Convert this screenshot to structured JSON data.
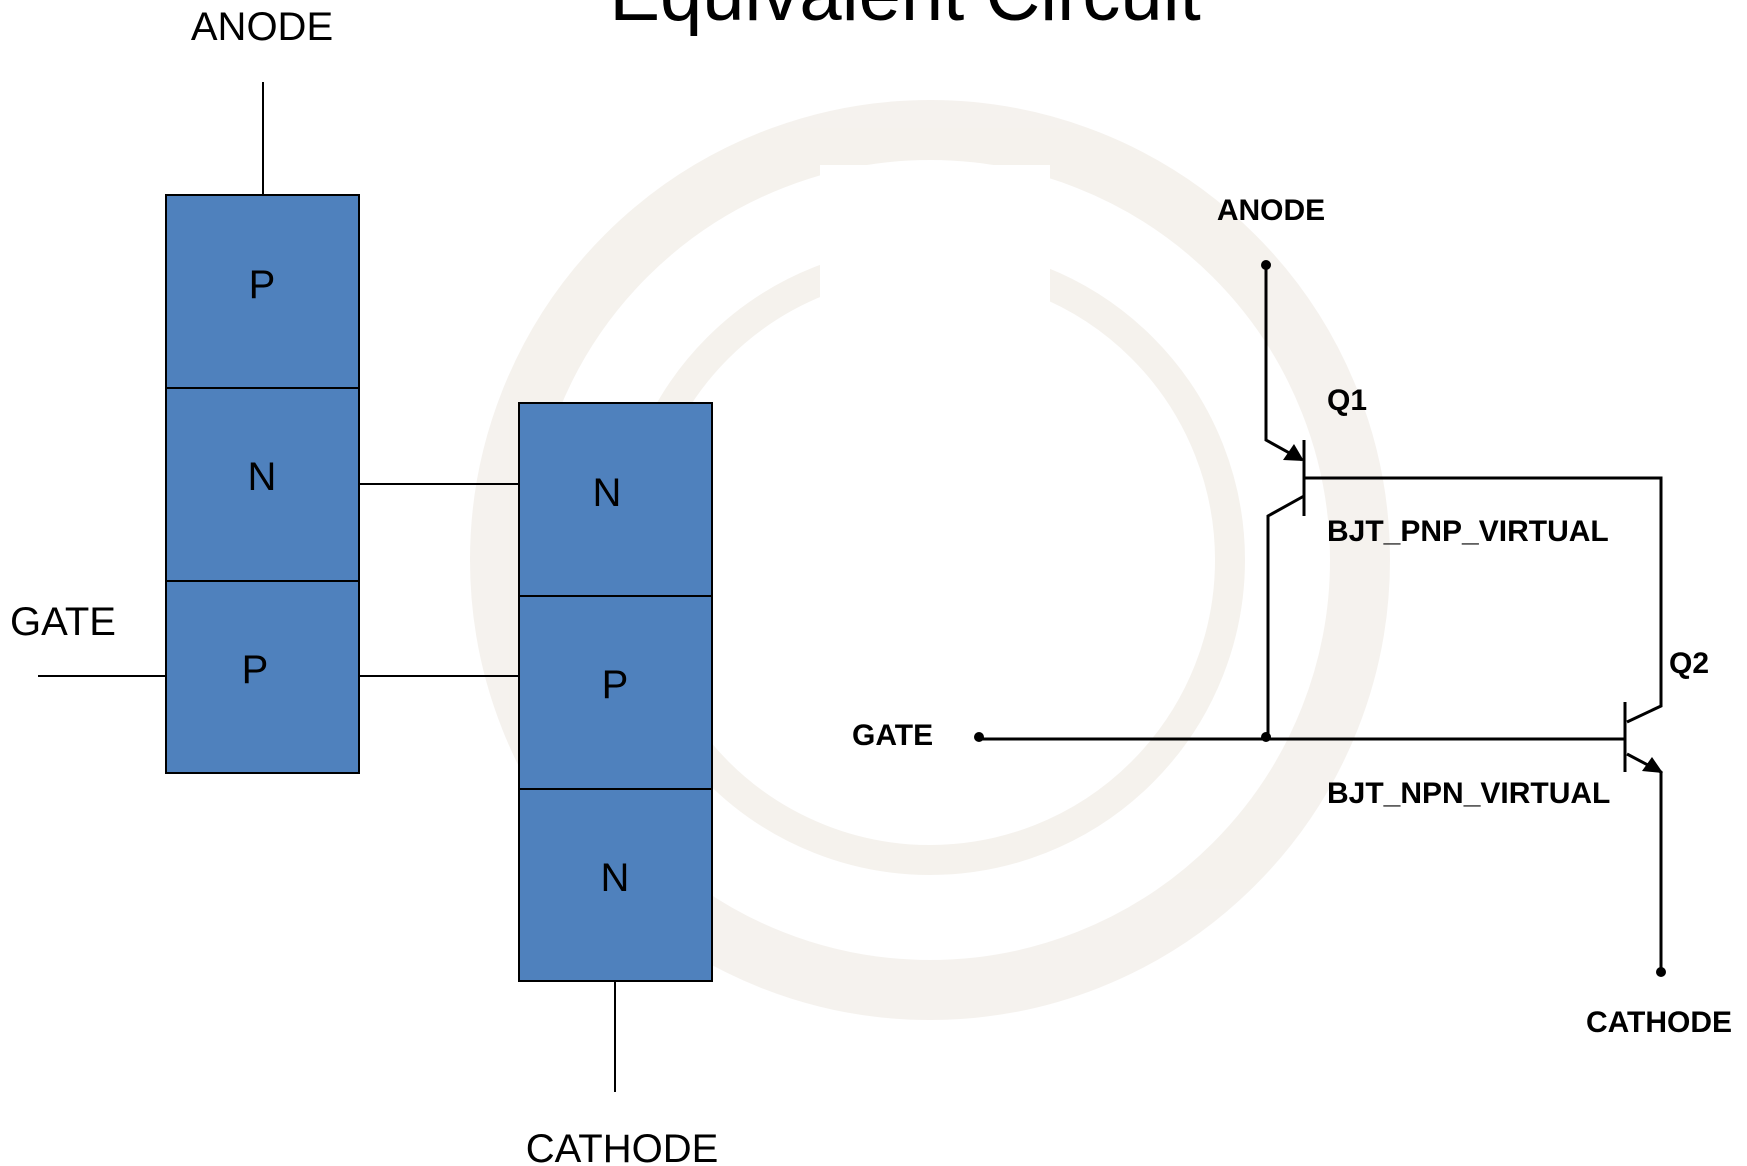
{
  "title": "Equivalent Circuit",
  "layer_model": {
    "anode_label": "ANODE",
    "gate_label": "GATE",
    "cathode_label": "CATHODE",
    "left_stack": [
      "P",
      "N",
      "P"
    ],
    "right_stack": [
      "N",
      "P",
      "N"
    ]
  },
  "schematic": {
    "anode_label": "ANODE",
    "gate_label": "GATE",
    "cathode_label": "CATHODE",
    "q1_label": "Q1",
    "q1_model": "BJT_PNP_VIRTUAL",
    "q2_label": "Q2",
    "q2_model": "BJT_NPN_VIRTUAL"
  },
  "colors": {
    "layer_fill": "#4f81bd",
    "line": "#000000",
    "watermark": "#f6f3ee"
  }
}
